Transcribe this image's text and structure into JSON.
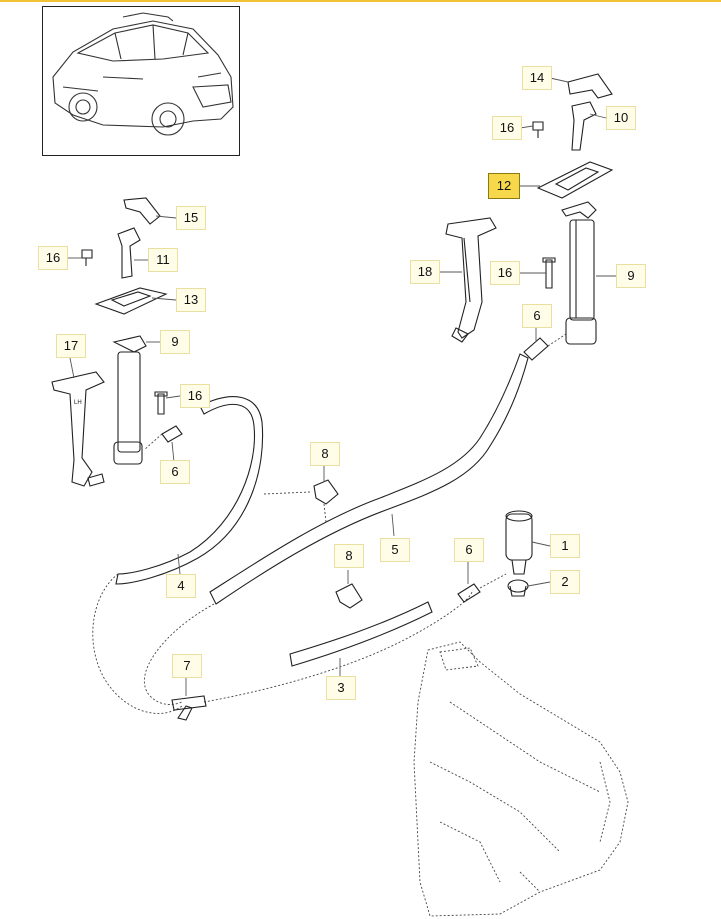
{
  "diagram": {
    "highlighted_part": "12",
    "callouts": [
      {
        "id": "c14",
        "label": "14"
      },
      {
        "id": "c10",
        "label": "10"
      },
      {
        "id": "c16a",
        "label": "16"
      },
      {
        "id": "c12",
        "label": "12"
      },
      {
        "id": "c18",
        "label": "18"
      },
      {
        "id": "c16b",
        "label": "16"
      },
      {
        "id": "c9a",
        "label": "9"
      },
      {
        "id": "c6a",
        "label": "6"
      },
      {
        "id": "c15",
        "label": "15"
      },
      {
        "id": "c11",
        "label": "11"
      },
      {
        "id": "c16c",
        "label": "16"
      },
      {
        "id": "c13",
        "label": "13"
      },
      {
        "id": "c17",
        "label": "17"
      },
      {
        "id": "c9b",
        "label": "9"
      },
      {
        "id": "c16d",
        "label": "16"
      },
      {
        "id": "c6b",
        "label": "6"
      },
      {
        "id": "c8a",
        "label": "8"
      },
      {
        "id": "c5",
        "label": "5"
      },
      {
        "id": "c4",
        "label": "4"
      },
      {
        "id": "c1",
        "label": "1"
      },
      {
        "id": "c6c",
        "label": "6"
      },
      {
        "id": "c2",
        "label": "2"
      },
      {
        "id": "c8b",
        "label": "8"
      },
      {
        "id": "c3",
        "label": "3"
      },
      {
        "id": "c7",
        "label": "7"
      }
    ],
    "nozzle_marking": "LH"
  }
}
